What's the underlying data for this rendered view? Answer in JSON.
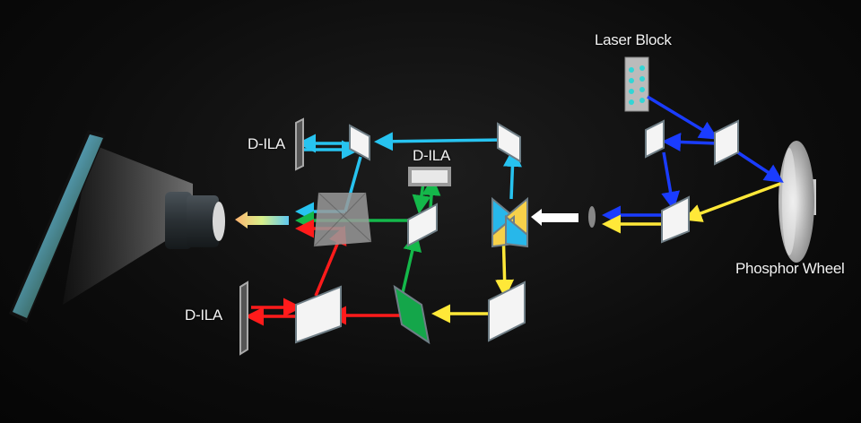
{
  "diagram": {
    "title": "Laser projector light path",
    "labels": {
      "laser_block": "Laser Block",
      "phosphor_wheel": "Phosphor Wheel",
      "dila_blue": "D-ILA",
      "dila_green": "D-ILA",
      "dila_red": "D-ILA"
    },
    "colors": {
      "blue_laser": "#1a3cff",
      "yellow": "#ffe838",
      "cyan": "#27c3f0",
      "green": "#14b84a",
      "red": "#ff1b1b",
      "mirror": "#f4f4f4",
      "mirror_edge": "#6f7e86",
      "background": "#0a0a0a"
    }
  }
}
